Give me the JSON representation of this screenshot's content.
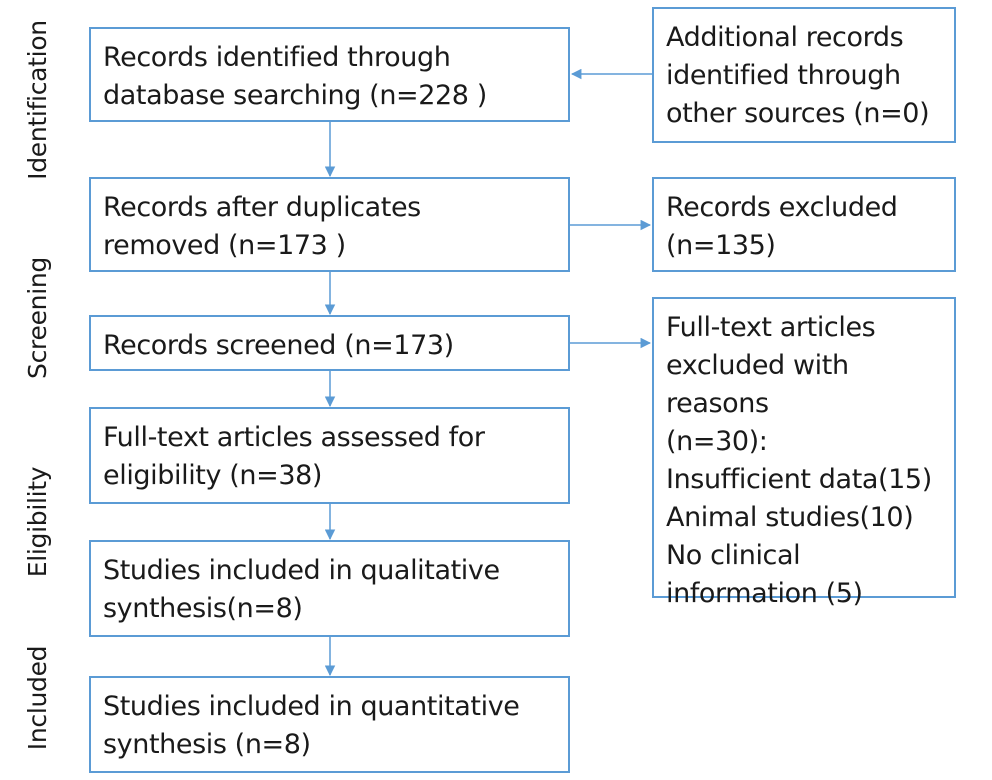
{
  "colors": {
    "border": "#5b9bd5",
    "arrow": "#5b9bd5",
    "text": "#1a1a1a",
    "background": "#ffffff"
  },
  "stages": {
    "identification": "Identification",
    "screening": "Screening",
    "eligibility": "Eligibility",
    "included": "Included"
  },
  "boxes": {
    "db_search": "Records identified through\ndatabase searching (n=228 )",
    "other_sources": "Additional records\nidentified through\nother sources (n=0)",
    "after_duplicates": "Records after duplicates\nremoved (n=173 )",
    "records_excluded": "Records excluded\n(n=135)",
    "screened": "Records screened (n=173)",
    "fulltext_excluded": "Full-text articles\nexcluded with reasons\n(n=30):\nInsufficient data(15)\nAnimal studies(10)\nNo clinical\ninformation (5)",
    "fulltext_assessed": "Full-text articles assessed for\neligibility (n=38)",
    "qualitative": "Studies included in qualitative\nsynthesis(n=8)",
    "quantitative": "Studies included in quantitative\nsynthesis (n=8)"
  }
}
